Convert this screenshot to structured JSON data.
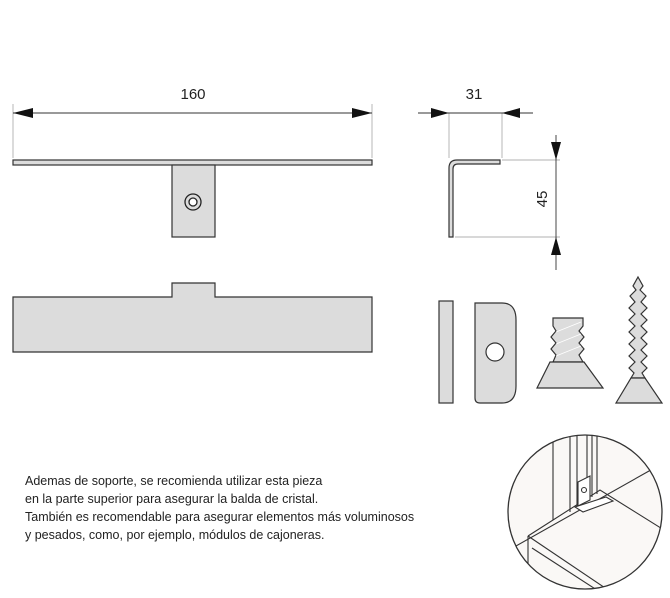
{
  "dimensions": {
    "length": "160",
    "depth": "31",
    "height": "45"
  },
  "description": {
    "lines": [
      "Ademas de soporte, se recomienda utilizar esta pieza",
      "en la parte superior para asegurar la balda de cristal.",
      "También es recomendable para asegurar elementos más voluminosos",
      "y pesados, como, por ejemplo, módulos de cajoneras."
    ]
  }
}
